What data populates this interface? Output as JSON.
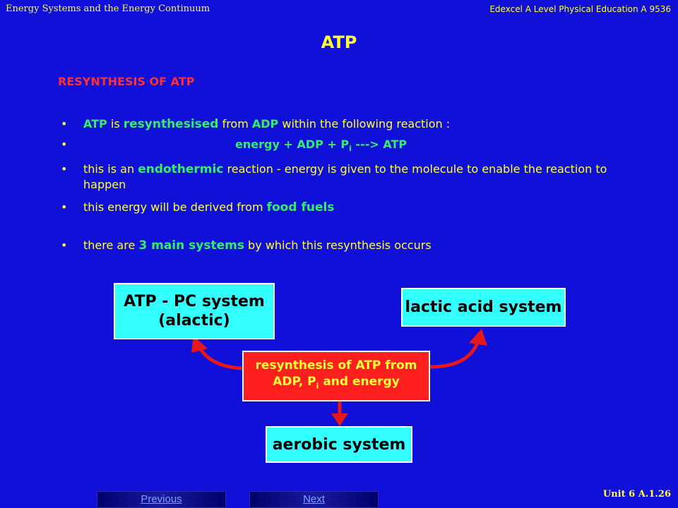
{
  "header": {
    "left": "Energy Systems and the Energy Continuum",
    "right": "Edexcel A Level Physical Education A 9536"
  },
  "title": "ATP",
  "subtitle": "RESYNTHESIS OF ATP",
  "bullets": {
    "b1": {
      "t1": "ATP",
      "t2": " is ",
      "t3": "resynthesised",
      "t4": " from ",
      "t5": "ADP",
      "t6": " within the following reaction :"
    },
    "b2": {
      "t1": "energy + ADP + P",
      "sub": "i",
      "t2": " ---> ATP"
    },
    "b3": {
      "t1": "this is an ",
      "t2": "endothermic",
      "t3": " reaction - energy is given to the molecule to enable the reaction to happen"
    },
    "b4": {
      "t1": "this energy will be derived from ",
      "t2": "food fuels"
    },
    "b5": {
      "t1": "there are ",
      "t2": "3 main systems",
      "t3": " by which this resynthesis occurs"
    }
  },
  "diagram": {
    "atp_pc_line1": "ATP - PC system",
    "atp_pc_line2": "(alactic)",
    "lactic": "lactic acid system",
    "center_line1": "resynthesis of ATP from",
    "center_line2a": "ADP, P",
    "center_sub": "i",
    "center_line2b": " and energy",
    "aerobic": "aerobic system"
  },
  "nav": {
    "previous": "Previous",
    "next": "Next"
  },
  "footer": {
    "unit": "Unit 6 A.1.26"
  },
  "colors": {
    "background": "#1010d8",
    "text": "#ffff33",
    "highlight": "#33ee66",
    "subtitle": "#ff3030",
    "box": "#33ffff",
    "center_box": "#ff1f1f",
    "arrow": "#e81818"
  }
}
